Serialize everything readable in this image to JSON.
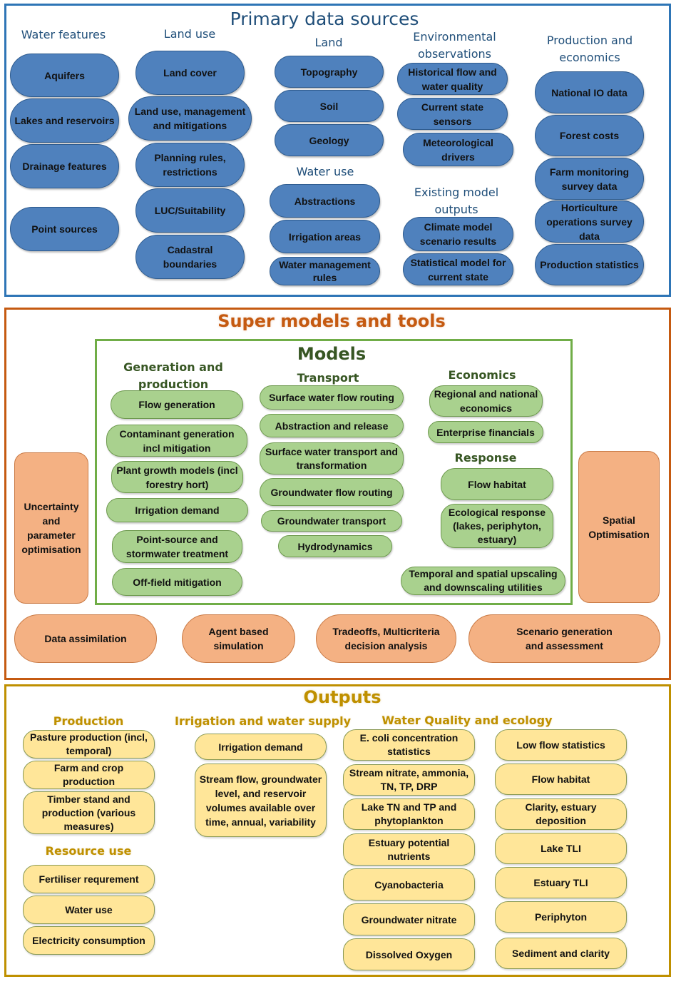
{
  "colors": {
    "primary_border": "#2e75b6",
    "primary_node": "#4f81bd",
    "super_border": "#c55a11",
    "super_node": "#f4b183",
    "models_border": "#70ad47",
    "models_node": "#a9d18e",
    "outputs_border": "#bf9000",
    "outputs_node": "#ffe699"
  },
  "primary": {
    "title": "Primary data sources",
    "water_features": {
      "heading": "Water features",
      "items": [
        "Aquifers",
        "Lakes and reservoirs",
        "Drainage features",
        "Point sources"
      ]
    },
    "land_use": {
      "heading": "Land use",
      "items": [
        "Land cover",
        "Land use, management and mitigations",
        "Planning rules, restrictions",
        "LUC/Suitability",
        "Cadastral boundaries"
      ]
    },
    "land": {
      "heading": "Land",
      "items": [
        "Topography",
        "Soil",
        "Geology"
      ]
    },
    "water_use": {
      "heading": "Water use",
      "items": [
        "Abstractions",
        "Irrigation areas",
        "Water management rules"
      ]
    },
    "environmental": {
      "heading": "Environmental observations",
      "items": [
        "Historical flow and water quality",
        "Current state sensors",
        "Meteorological drivers"
      ]
    },
    "existing_models": {
      "heading": "Existing model outputs",
      "items": [
        "Climate model scenario results",
        "Statistical model for current state"
      ]
    },
    "production_economics": {
      "heading": "Production and economics",
      "items": [
        "National IO data",
        "Forest costs",
        "Farm monitoring survey data",
        "Horticulture operations survey data",
        "Production statistics"
      ]
    }
  },
  "super": {
    "title": "Super models and tools",
    "left_tool": "Uncertainty and parameter optimisation",
    "right_tool": "Spatial Optimisation",
    "bottom_tools": [
      "Data assimilation",
      "Agent based simulation",
      "Tradeoffs, Multicriteria decision analysis",
      "Scenario generation and assessment"
    ],
    "models": {
      "title": "Models",
      "generation": {
        "heading": "Generation and production",
        "items": [
          "Flow generation",
          "Contaminant generation incl mitigation",
          "Plant growth models (incl forestry hort)",
          "Irrigation demand",
          "Point-source and stormwater treatment",
          "Off-field mitigation"
        ]
      },
      "transport": {
        "heading": "Transport",
        "items": [
          "Surface water flow routing",
          "Abstraction and release",
          "Surface water transport and transformation",
          "Groundwater flow routing",
          "Groundwater transport",
          "Hydrodynamics"
        ]
      },
      "economics": {
        "heading": "Economics",
        "items": [
          "Regional and national economics",
          "Enterprise financials"
        ]
      },
      "response": {
        "heading": "Response",
        "items": [
          "Flow habitat",
          "Ecological response (lakes, periphyton, estuary)"
        ]
      },
      "utilities": "Temporal and spatial upscaling and downscaling utilities"
    }
  },
  "outputs": {
    "title": "Outputs",
    "production": {
      "heading": "Production",
      "items": [
        "Pasture production (incl, temporal)",
        "Farm and crop production",
        "Timber stand and production (various measures)"
      ]
    },
    "resource_use": {
      "heading": "Resource use",
      "items": [
        "Fertiliser requrement",
        "Water use",
        "Electricity consumption"
      ]
    },
    "irrigation": {
      "heading": "Irrigation and water supply",
      "items": [
        "Irrigation demand",
        "Stream flow, groundwater level, and reservoir volumes available over time, annual, variability"
      ]
    },
    "water_quality": {
      "heading": "Water Quality and ecology",
      "left_items": [
        "E. coli concentration statistics",
        "Stream nitrate, ammonia, TN, TP, DRP",
        "Lake TN and TP and phytoplankton",
        "Estuary potential nutrients",
        "Cyanobacteria",
        "Groundwater nitrate",
        "Dissolved Oxygen"
      ],
      "right_items": [
        "Low flow statistics",
        "Flow habitat",
        "Clarity, estuary deposition",
        "Lake TLI",
        "Estuary TLI",
        "Periphyton",
        "Sediment and clarity"
      ]
    }
  }
}
